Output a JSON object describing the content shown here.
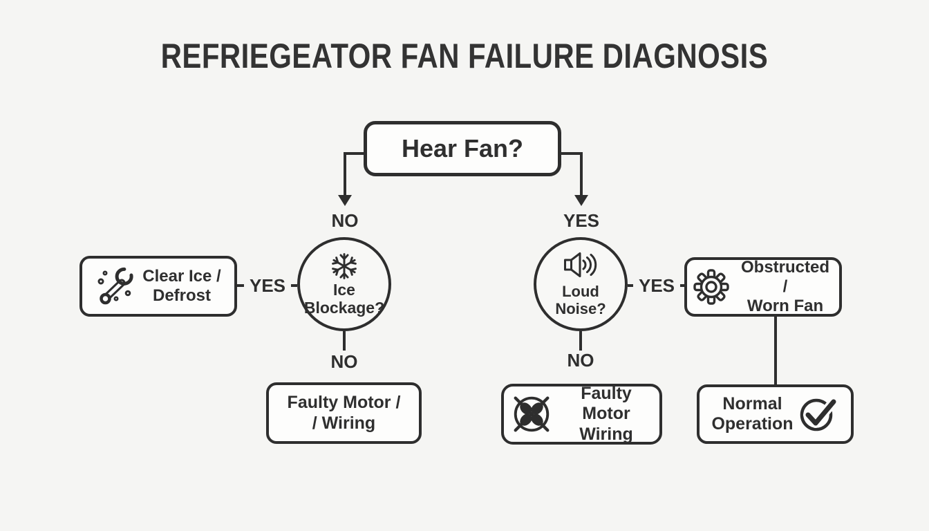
{
  "page": {
    "background": "#f5f5f3",
    "ink": "#2e2e2e",
    "box_fill": "#fdfdfc",
    "title_color": "#333333"
  },
  "title": "REFRIEGEATOR FAN FAILURE DIAGNOSIS",
  "nodes": {
    "hear_fan": {
      "label": "Hear Fan?"
    },
    "ice_blockage": {
      "line1": "Ice",
      "line2": "Blockage?",
      "icon": "snowflake-icon"
    },
    "loud_noise": {
      "label": "Loud Noise?",
      "icon": "speaker-icon"
    },
    "clear_ice": {
      "line1": "Clear Ice /",
      "line2": "Defrost",
      "icon": "wrench-icon"
    },
    "faulty_motor_left": {
      "line1": "Faulty Motor /",
      "line2": "/ Wiring"
    },
    "faulty_motor_mid": {
      "line1": "Faulty Motor",
      "line2": "Wiring",
      "icon": "fan-crossed-icon"
    },
    "obstructed_fan": {
      "line1": "Obstructed /",
      "line2": "Worn Fan",
      "icon": "gear-icon"
    },
    "normal_operation": {
      "line1": "Normal",
      "line2": "Operation",
      "icon": "check-circle-icon"
    }
  },
  "edges": {
    "hear_fan_no": "NO",
    "hear_fan_yes": "YES",
    "ice_yes": "YES",
    "ice_no": "NO",
    "noise_yes": "YES",
    "noise_no": "NO"
  },
  "icons": {
    "snowflake-icon": "❄",
    "speaker-icon": "🔊",
    "wrench-icon": "🔧",
    "gear-icon": "⚙",
    "fan-crossed-icon": "⨯fan",
    "check-circle-icon": "✓"
  }
}
